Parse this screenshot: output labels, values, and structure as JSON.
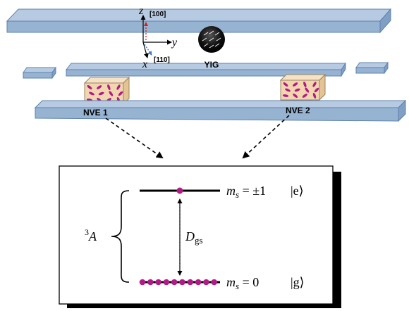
{
  "axes": {
    "z_label": "z",
    "y_label": "y",
    "x_label": "x",
    "dir_100": "[100]",
    "dir_110": "[110]"
  },
  "sphere_label": "YIG",
  "nve_left": "NVE 1",
  "nve_right": "NVE 2",
  "energy": {
    "upper_label": "m",
    "upper_sub": "s",
    "upper_value": " = ±1",
    "upper_ket": "|e⟩",
    "lower_label": "m",
    "lower_sub": "s",
    "lower_value": " = 0",
    "lower_ket": "|g⟩",
    "gap_label": "D",
    "gap_sub": "gs",
    "state_sup": "3",
    "state_label": "A"
  },
  "colors": {
    "bar_fill": "#97b3d2",
    "bar_edge": "#5f82ad",
    "nve_fill": "#f2d6b0",
    "spin": "#b01c86",
    "sphere": "#1a1a1a"
  }
}
